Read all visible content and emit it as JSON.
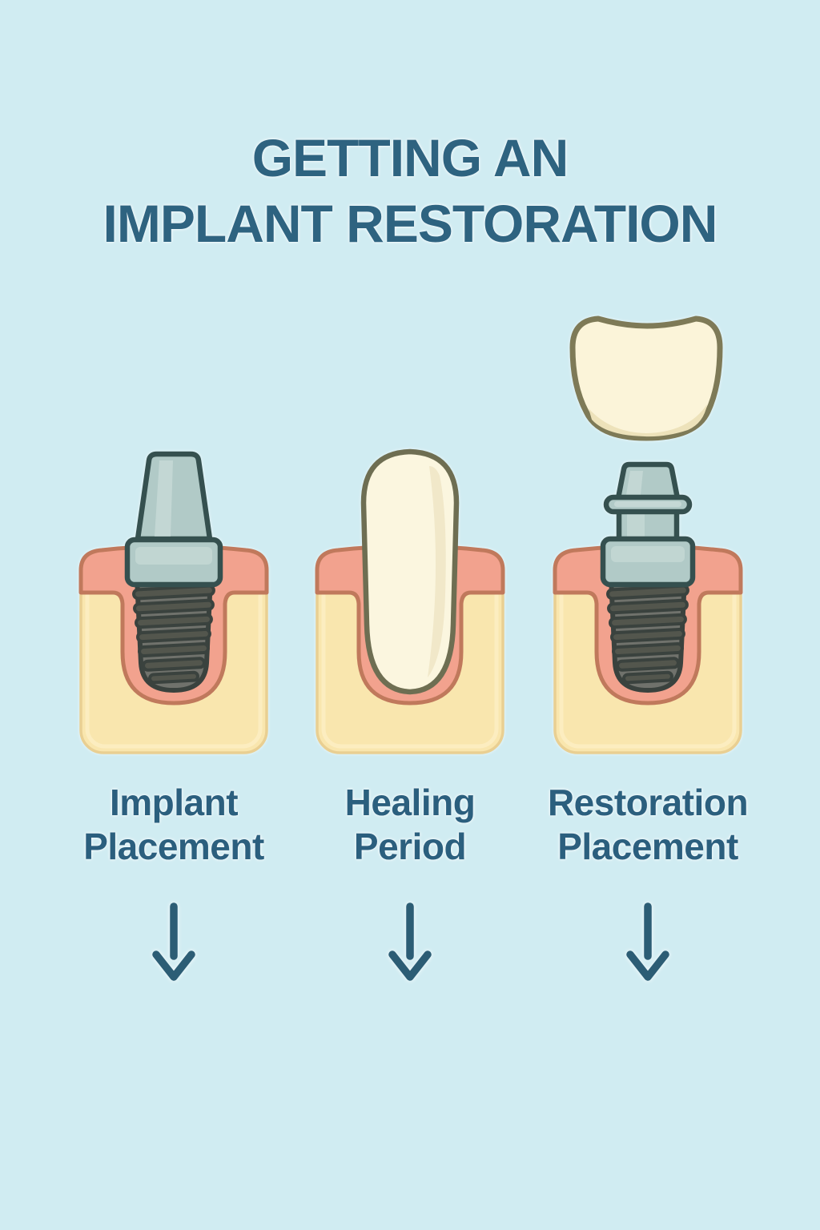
{
  "title": {
    "line1": "GETTING AN",
    "line2": "IMPLANT RESTORATION"
  },
  "stages": [
    {
      "id": "implant-placement",
      "label": {
        "line1": "Implant",
        "line2": "Placement"
      },
      "illustration": "implant-screw-with-abutment-in-gum-and-bone",
      "arrow_icon": "down-arrow"
    },
    {
      "id": "healing-period",
      "label": {
        "line1": "Healing",
        "line2": "Period"
      },
      "illustration": "healing-cap-in-gum-and-bone",
      "arrow_icon": "down-arrow"
    },
    {
      "id": "restoration-placement",
      "label": {
        "line1": "Restoration",
        "line2": "Placement"
      },
      "illustration": "crown-floating-above-implant-abutment-in-gum-and-bone",
      "arrow_icon": "down-arrow"
    }
  ],
  "colors": {
    "bg": "#d0ecf2",
    "title": "#2e6380",
    "label": "#2b5f7e",
    "arrow": "#2c5d75",
    "gum": "#f2a28e",
    "gumBorder": "#c0795c",
    "bone": "#f9e6ae",
    "boneBorder": "#e9cf92",
    "boneHi": "#fdf2cc",
    "implant": "#70726c",
    "implantRidge": "#53564d",
    "implantOutline": "#3a423e",
    "metal": "#b1cac7",
    "metalHi": "#d2e1de",
    "metalOutline": "#35504f",
    "cap": "#fbf6df",
    "capShadow": "#eee5c6",
    "capOutline": "#6e6e52",
    "crown": "#fbf4d9",
    "crownShadow": "#ede2ba",
    "crownOutline": "#7e7a57"
  }
}
